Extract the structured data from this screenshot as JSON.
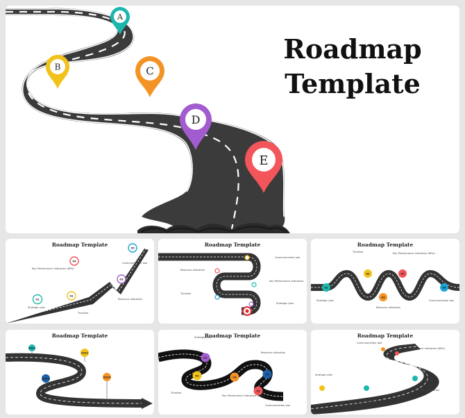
{
  "hero": {
    "title_line1": "Roadmap",
    "title_line2": "Template",
    "markers": [
      "A",
      "B",
      "C",
      "D",
      "E"
    ],
    "marker_colors": [
      "#1bb7ad",
      "#f2c21b",
      "#f39325",
      "#a35ccf",
      "#f2555a"
    ]
  },
  "thumbnails": [
    {
      "title": "Roadmap Template",
      "markers": [
        "01",
        "02",
        "03",
        "04",
        "05"
      ],
      "labels": [
        "Strategic plan",
        "Timeline",
        "Resource allocation",
        "Key Performance Indicators (KPIs)",
        "Communication tool"
      ]
    },
    {
      "title": "Roadmap Template",
      "labels": [
        "Communication tool",
        "Resource allocation",
        "Key Performance Indicators",
        "Timeline",
        "Strategic plan"
      ]
    },
    {
      "title": "Roadmap Template",
      "markers": [
        "01",
        "02",
        "03",
        "04",
        "05"
      ],
      "labels": [
        "Timeline",
        "Key Performance Indicators (KPIs)",
        "Strategic plan",
        "Resource allocation",
        "Communication tool"
      ]
    },
    {
      "title": "Roadmap Template",
      "markers": [
        "2021",
        "2022",
        "2023",
        "2024"
      ]
    },
    {
      "title": "Roadmap Template",
      "markers": [
        "01",
        "02",
        "03",
        "04",
        "05"
      ],
      "labels": [
        "Strategic plan",
        "Resource allocation",
        "Timeline",
        "Key Performance Indicators (KPIs)",
        "Communication tool"
      ]
    },
    {
      "title": "Roadmap Template",
      "labels": [
        "Communication tool",
        "Key Performance Indicators (KPIs)",
        "Strategic plan",
        "Timeline",
        "Resource allocation"
      ]
    }
  ]
}
